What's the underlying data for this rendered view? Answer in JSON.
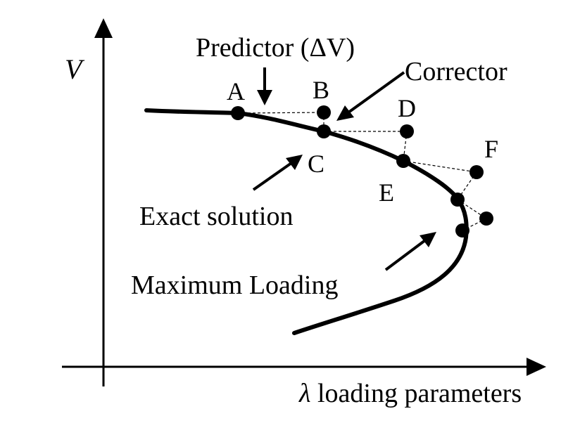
{
  "axes": {
    "y_label": "V",
    "x_symbol": "λ",
    "x_label_rest": " loading parameters"
  },
  "points": {
    "A": "A",
    "B": "B",
    "C": "C",
    "D": "D",
    "E": "E",
    "F": "F"
  },
  "annotations": {
    "predictor": "Predictor (ΔV)",
    "corrector": "Corrector",
    "exact_solution": "Exact solution",
    "maximum_loading": "Maximum Loading"
  },
  "colors": {
    "ink": "#000000",
    "background": "#ffffff"
  }
}
